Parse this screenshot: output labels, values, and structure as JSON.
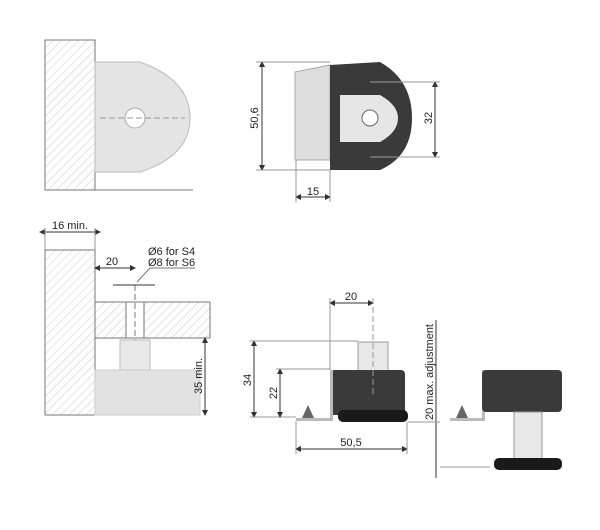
{
  "top_right_view": {
    "height_dim": "50,6",
    "hole_dim": "32",
    "depth_dim": "15"
  },
  "bottom_left_view": {
    "wall_dim": "16 min.",
    "offset_dim": "20",
    "hole_note_1": "Ø6 for S4",
    "hole_note_2": "Ø8 for S6",
    "clearance_dim": "35 min."
  },
  "bottom_right_view": {
    "offset_dim": "20",
    "total_height_dim": "34",
    "body_height_dim": "22",
    "width_dim": "50,5",
    "adjustment_dim": "20 max. adjustment"
  },
  "colors": {
    "line": "#555555",
    "hatch": "#cccccc",
    "body_dark": "#3a3a3a",
    "body_light": "#d8d8d8",
    "foot": "#1a1a1a"
  }
}
